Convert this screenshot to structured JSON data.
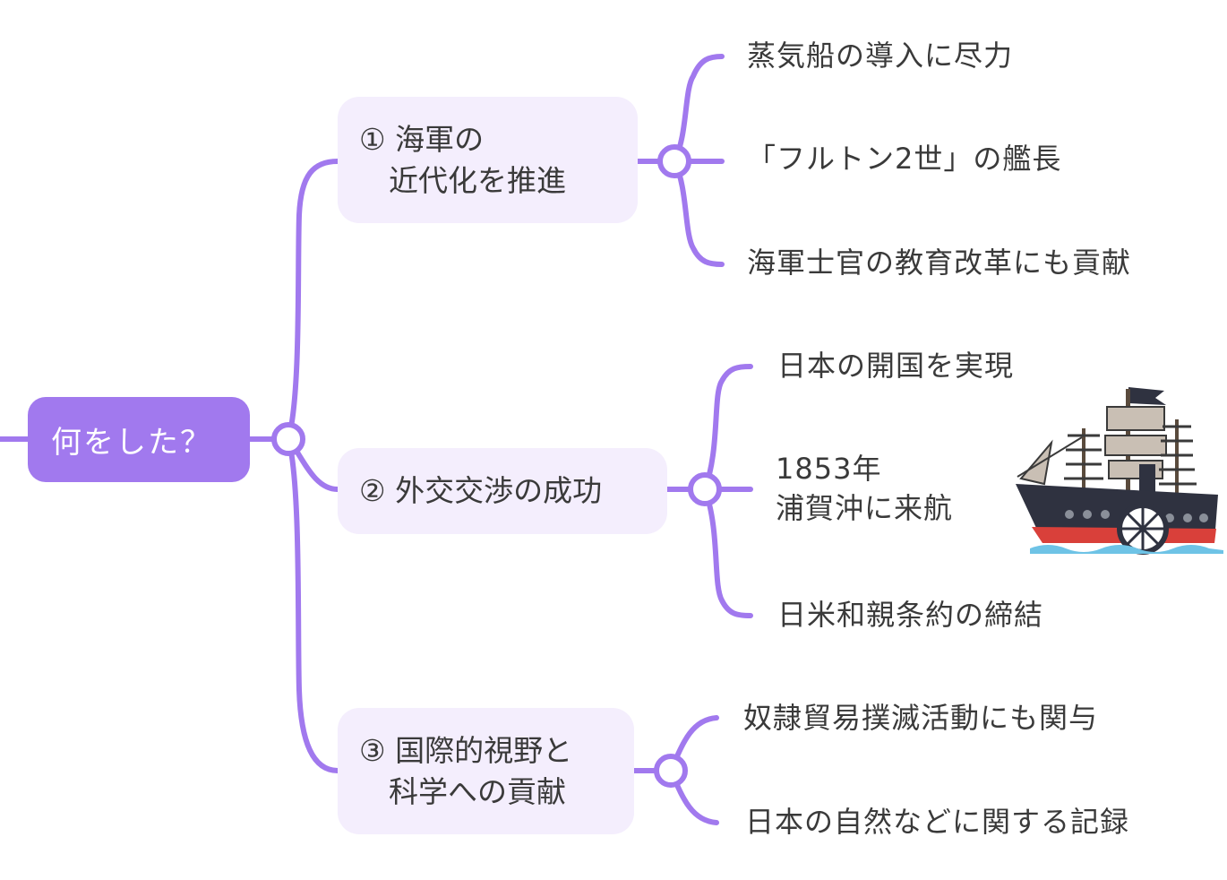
{
  "mindmap": {
    "root": {
      "label": "何をした？"
    },
    "branches": [
      {
        "label": "① 海軍の\n　近代化を推進",
        "leaves": [
          "蒸気船の導入に尽力",
          "「フルトン2世」の艦長",
          "海軍士官の教育改革にも貢献"
        ]
      },
      {
        "label": "② 外交交渉の成功",
        "leaves": [
          "日本の開国を実現",
          "1853年\n浦賀沖に来航",
          "日米和親条約の締結"
        ]
      },
      {
        "label": "③ 国際的視野と\n　科学への貢献",
        "leaves": [
          "奴隷貿易撲滅活動にも関与",
          "日本の自然などに関する記録"
        ]
      }
    ]
  },
  "colors": {
    "accent": "#a179ee",
    "branch_fill": "#f4eefd",
    "text": "#3a3a3a",
    "connector": "#a179ee"
  },
  "illustration": {
    "icon": "steamship-icon"
  }
}
